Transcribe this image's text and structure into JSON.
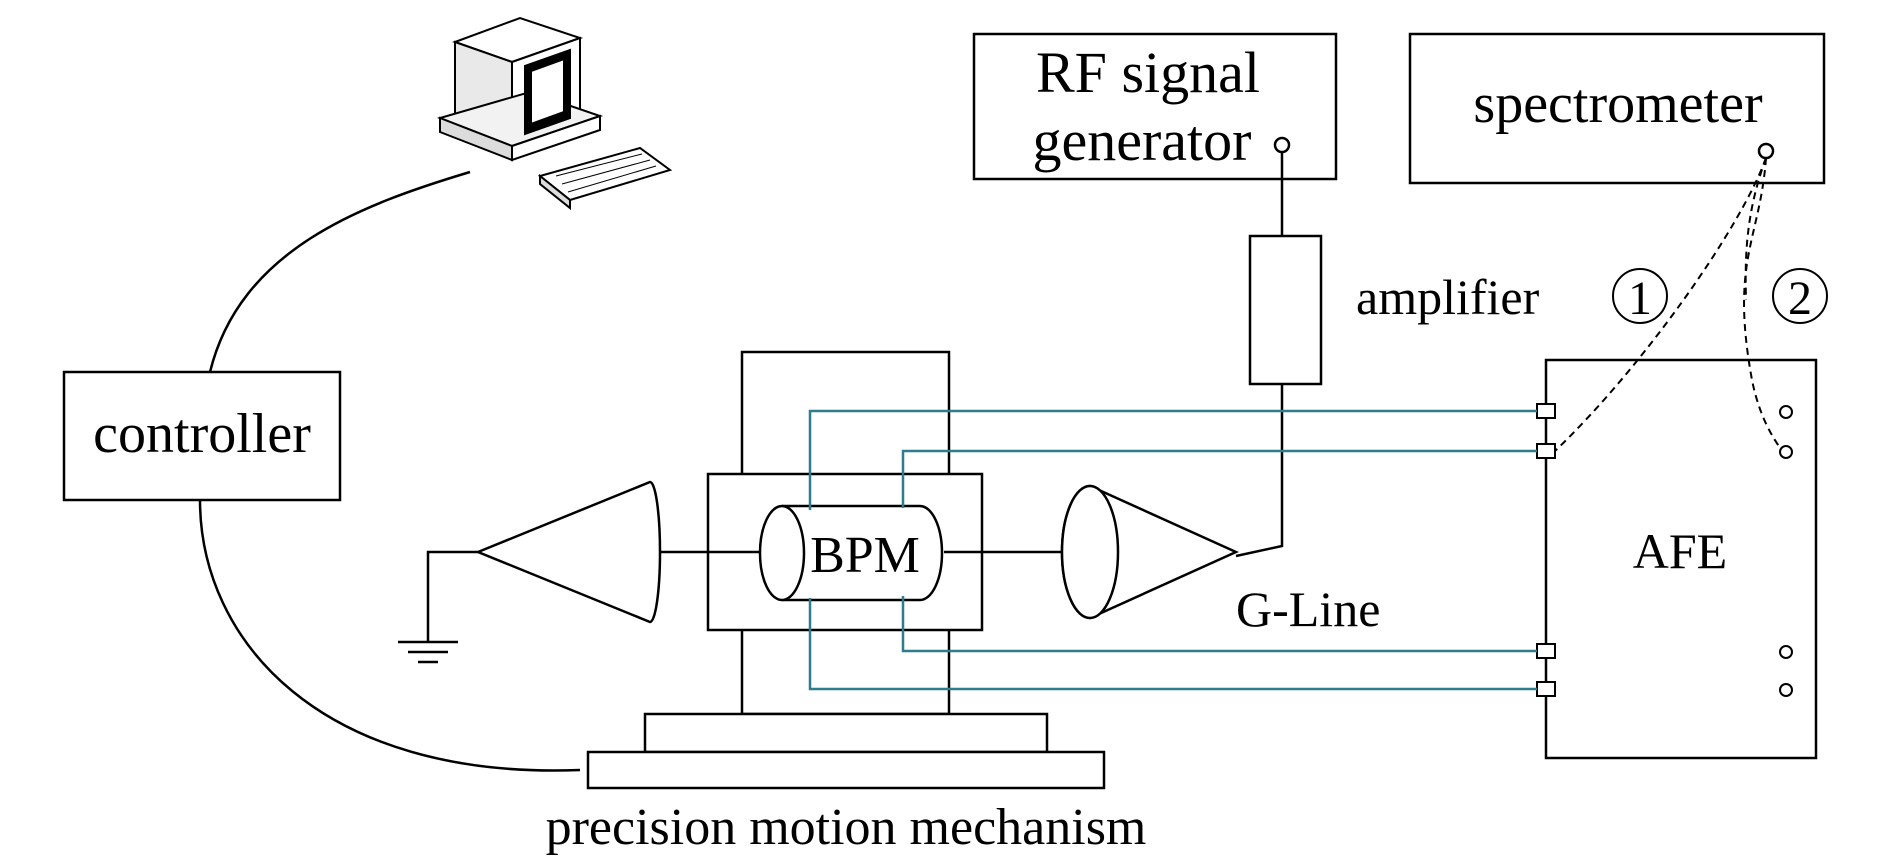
{
  "labels": {
    "rf_line1": "RF signal",
    "rf_line2": "generator",
    "spectrometer": "spectrometer",
    "amplifier": "amplifier",
    "marker1": "1",
    "marker2": "2",
    "controller": "controller",
    "bpm": "BPM",
    "afe": "AFE",
    "gline": "G-Line",
    "motion": "precision motion mechanism"
  },
  "colors": {
    "line": "#000000",
    "cable": "#2e7d8c"
  }
}
